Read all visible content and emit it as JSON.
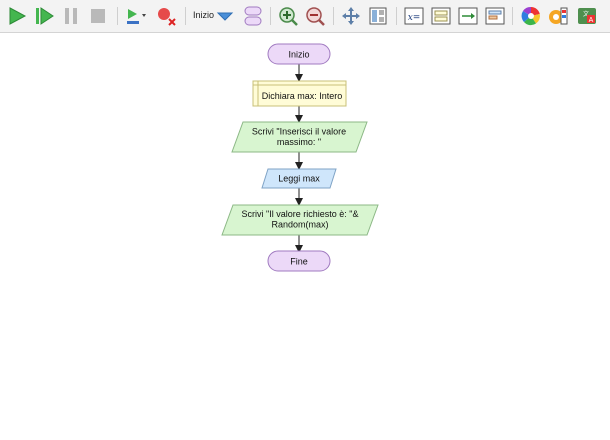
{
  "toolbar": {
    "start_label": "Inizio",
    "icons": [
      "run-icon",
      "step-icon",
      "pause-icon",
      "stop-icon",
      "breakpoint-icon",
      "clear-breakpoints-icon",
      "dropdown-icon",
      "terminal-block-icon",
      "zoom-in-icon",
      "zoom-out-icon",
      "move-icon",
      "layout-icon",
      "assign-icon",
      "declare-icon",
      "output-icon",
      "input-icon",
      "color-wheel-icon",
      "palette-icon",
      "language-icon"
    ]
  },
  "flowchart": {
    "nodes": [
      {
        "id": "start",
        "label": "Inizio",
        "kind": "terminal",
        "fill": "#ecd9f8",
        "stroke": "#a07ac0"
      },
      {
        "id": "declare",
        "label": "Dichiara max: Intero",
        "kind": "declare",
        "fill": "#fffcd7",
        "stroke": "#c8c078"
      },
      {
        "id": "output1",
        "line1": "Scrivi \"Inserisci il valore",
        "line2": "massimo: \"",
        "kind": "output",
        "fill": "#d8f5d0",
        "stroke": "#8cb886"
      },
      {
        "id": "input",
        "label": "Leggi max",
        "kind": "input",
        "fill": "#cfe6fb",
        "stroke": "#7fa3c6"
      },
      {
        "id": "output2",
        "line1": "Scrivi \"Il valore richiesto è: \"&",
        "line2": "Random(max)",
        "kind": "output",
        "fill": "#d8f5d0",
        "stroke": "#8cb886"
      },
      {
        "id": "end",
        "label": "Fine",
        "kind": "terminal",
        "fill": "#ecd9f8",
        "stroke": "#a07ac0"
      }
    ]
  }
}
